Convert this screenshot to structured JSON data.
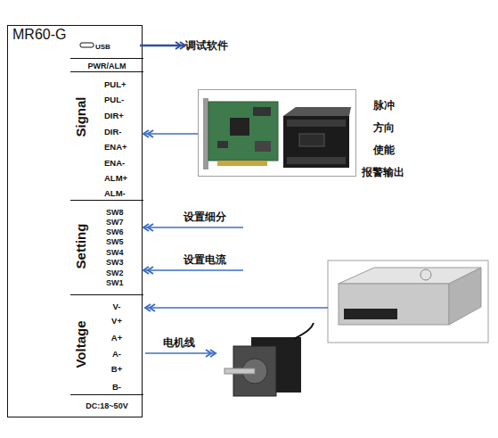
{
  "diagram": {
    "nodes": [
      {
        "text": [
          "MR60-G"
        ]
      },
      {
        "text": [
          "USB"
        ],
        "in": 0
      },
      {
        "text": [
          "PWR/ALM"
        ],
        "in": 0
      },
      {
        "text": [
          "Signal",
          "PUL+",
          "PUL-",
          "DIR+",
          "DIR-",
          "ENA+",
          "ENA-",
          "ALM+",
          "ALM-"
        ],
        "in": 0
      },
      {
        "text": [
          "Setting",
          "SW8",
          "SW7",
          "SW6",
          "SW5",
          "SW4",
          "SW3",
          "SW2",
          "SW1"
        ],
        "in": 0
      },
      {
        "text": [
          "Voltage",
          "V-",
          "V+",
          "A+",
          "A-",
          "B+",
          "B-"
        ],
        "in": 0
      },
      {
        "text": [
          "DC:18~50V"
        ],
        "in": 0
      },
      {
        "text": [
          "调试软件"
        ]
      },
      {
        "text": [
          "脉冲",
          "方向",
          "使能",
          "报警输出"
        ]
      },
      {
        "text": [
          "设置细分"
        ]
      },
      {
        "text": [
          "设置电流"
        ]
      }
    ],
    "edges": [
      {
        "from": 1,
        "to": 7,
        "arrow": "to"
      },
      {
        "from": 8,
        "to": 3,
        "arrow": "to"
      },
      {
        "from": 9,
        "to": 4,
        "arrow": "to"
      },
      {
        "from": 10,
        "to": 4,
        "arrow": "to"
      }
    ],
    "labels": [
      "电机线"
    ]
  }
}
